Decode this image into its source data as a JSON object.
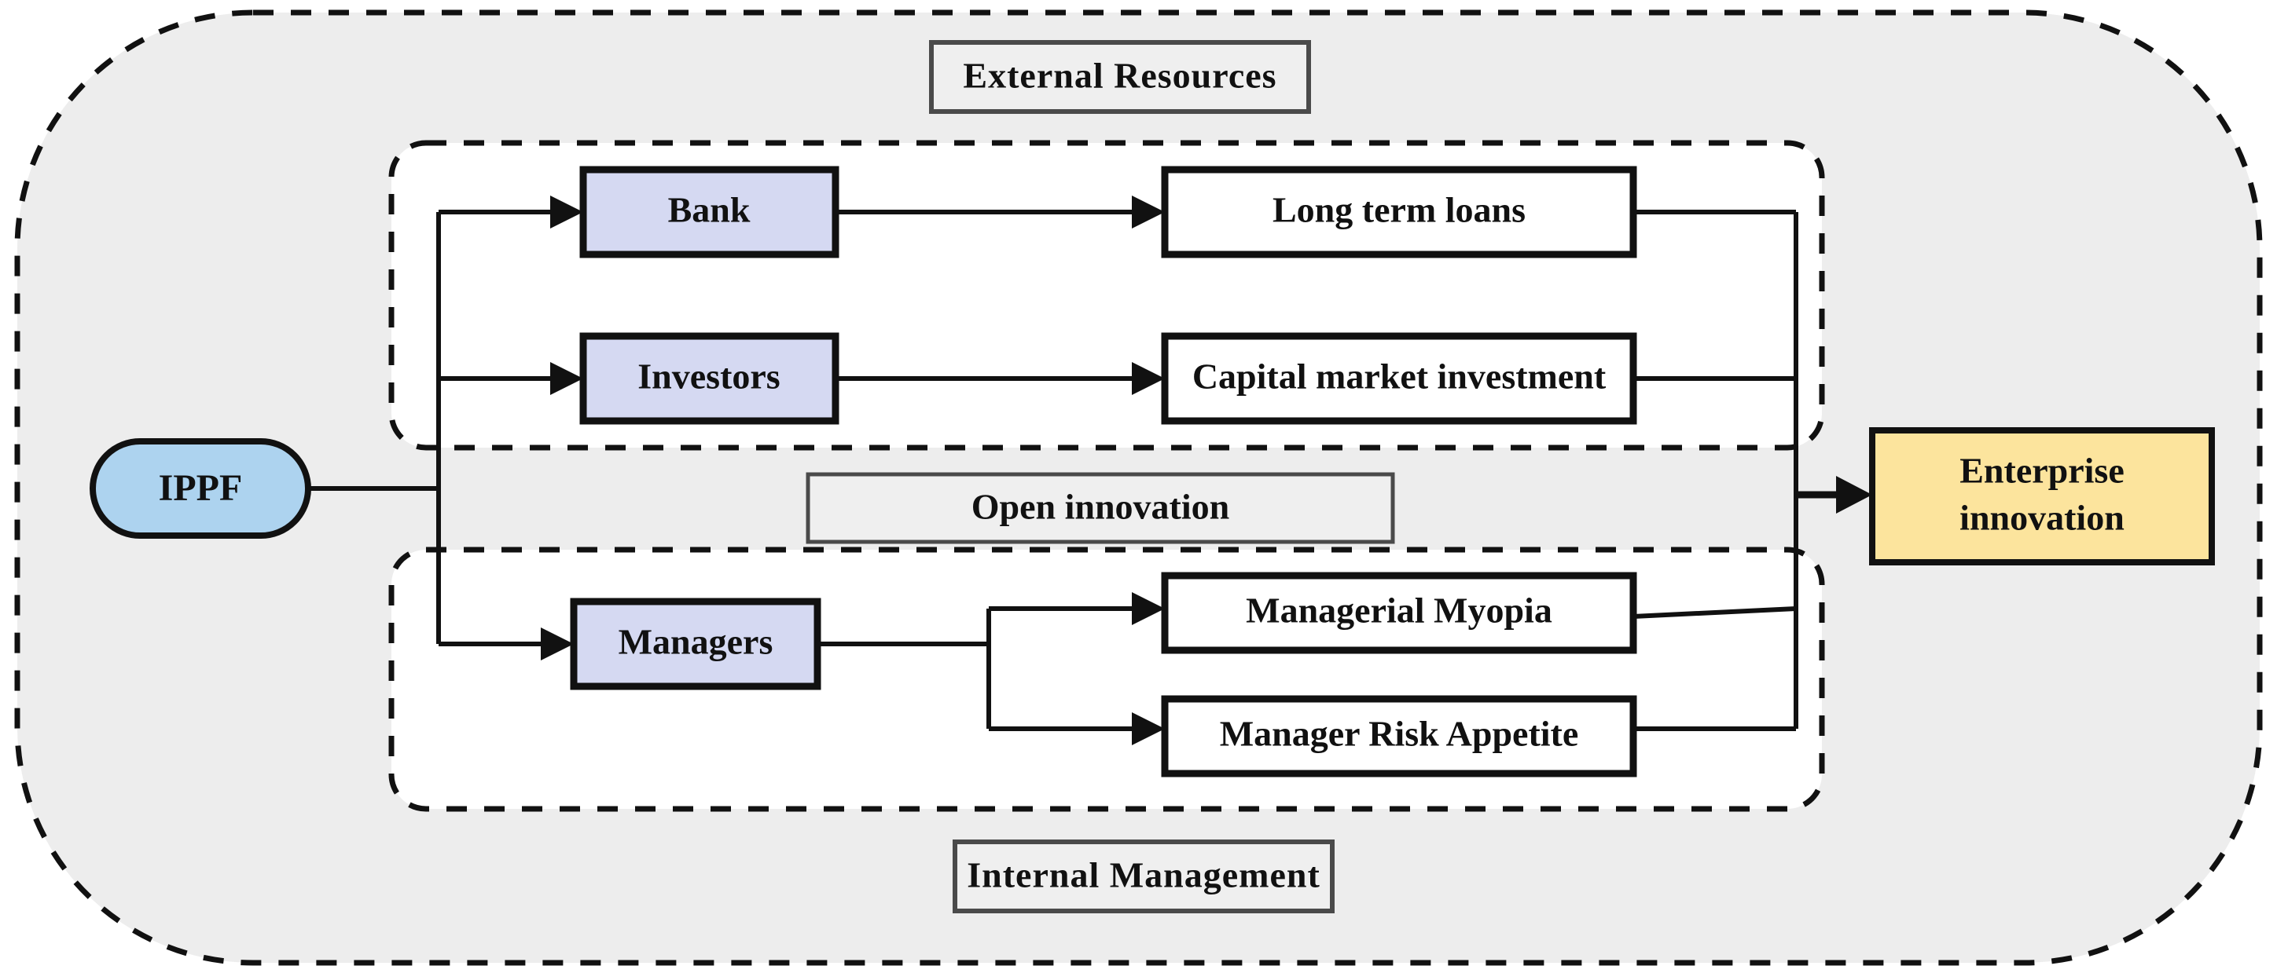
{
  "diagram": {
    "title_bands": {
      "top": "External  Resources",
      "bottom": "Internal  Management"
    },
    "source_node": {
      "label": "IPPF",
      "shape": "rounded-pill",
      "fill": "#ADD3EF"
    },
    "target_node": {
      "label_line1": "Enterprise",
      "label_line2": "innovation",
      "shape": "rectangle",
      "fill": "#FCE49D"
    },
    "middle_band": {
      "label": "Open innovation",
      "fill": "#EFEFEF"
    },
    "external_region": {
      "actors": [
        {
          "label": "Bank",
          "fill": "#D5D9F2"
        },
        {
          "label": "Investors",
          "fill": "#D5D9F2"
        }
      ],
      "outcomes": [
        {
          "label": "Long term loans",
          "fill": "#FFFFFF"
        },
        {
          "label": "Capital market investment",
          "fill": "#FFFFFF"
        }
      ]
    },
    "internal_region": {
      "actors": [
        {
          "label": "Managers",
          "fill": "#D5D9F2"
        }
      ],
      "outcomes": [
        {
          "label": "Managerial Myopia",
          "fill": "#FFFFFF"
        },
        {
          "label": "Manager Risk Appetite",
          "fill": "#FFFFFF"
        }
      ]
    },
    "colors": {
      "canvas": "#FFFFFF",
      "outer_container_fill": "#EDEDED",
      "region_fill": "#FFFFFF",
      "stroke": "#111111",
      "band_border": "#4A4A4A",
      "actor_fill": "#D5D9F2",
      "source_fill": "#ADD3EF",
      "target_fill": "#FCE49D"
    }
  }
}
